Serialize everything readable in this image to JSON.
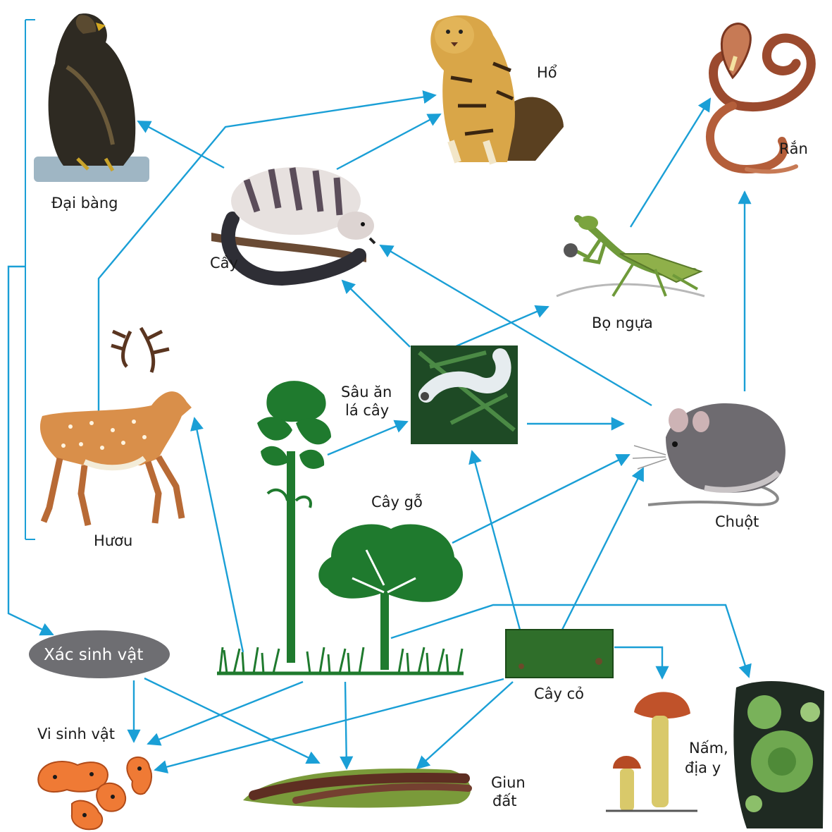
{
  "colors": {
    "arrow": "#1a9fd6",
    "plant_green": "#1f7a2e",
    "dark_green": "#0f4a1c",
    "pill": "#6e6e72",
    "microbe": "#ef7a35"
  },
  "labels": {
    "eagle": "Đại bàng",
    "tiger": "Hổ",
    "snake": "Rắn",
    "civet": "Cầy",
    "mantis": "Bọ ngựa",
    "caterpillar_line1": "Sâu ăn",
    "caterpillar_line2": "lá cây",
    "deer": "Hươu",
    "mouse": "Chuột",
    "tree": "Cây gỗ",
    "grass": "Cây cỏ",
    "dead_matter": "Xác sinh vật",
    "microbes": "Vi sinh vật",
    "earthworm_line1": "Giun",
    "earthworm_line2": "đất",
    "fungi_line1": "Nấm,",
    "fungi_line2": "địa y"
  }
}
